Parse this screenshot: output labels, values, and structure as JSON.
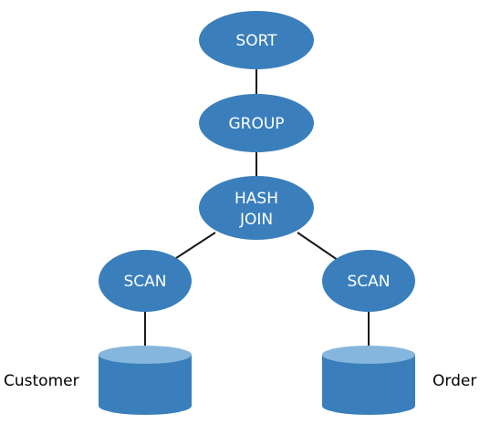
{
  "colors": {
    "node_fill": "#3a7fbb",
    "cylinder_top": "#85b6dd",
    "edge": "#1a1a1a",
    "label_text": "#000000"
  },
  "nodes": {
    "sort": {
      "label": "SORT"
    },
    "group": {
      "label": "GROUP"
    },
    "hash_join": {
      "label_line1": "HASH",
      "label_line2": "JOIN"
    },
    "scan_left": {
      "label": "SCAN"
    },
    "scan_right": {
      "label": "SCAN"
    }
  },
  "tables": {
    "left": {
      "label": "Customer"
    },
    "right": {
      "label": "Order"
    }
  }
}
